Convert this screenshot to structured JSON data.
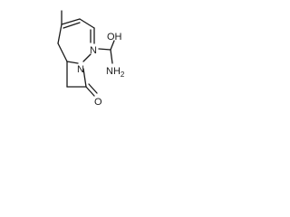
{
  "molecule": {
    "atom_labels": {
      "oh": "OH",
      "n_top": "N",
      "n_bottom": "N",
      "nh2": "NH",
      "nh2_subscript": "2",
      "o": "O"
    }
  }
}
